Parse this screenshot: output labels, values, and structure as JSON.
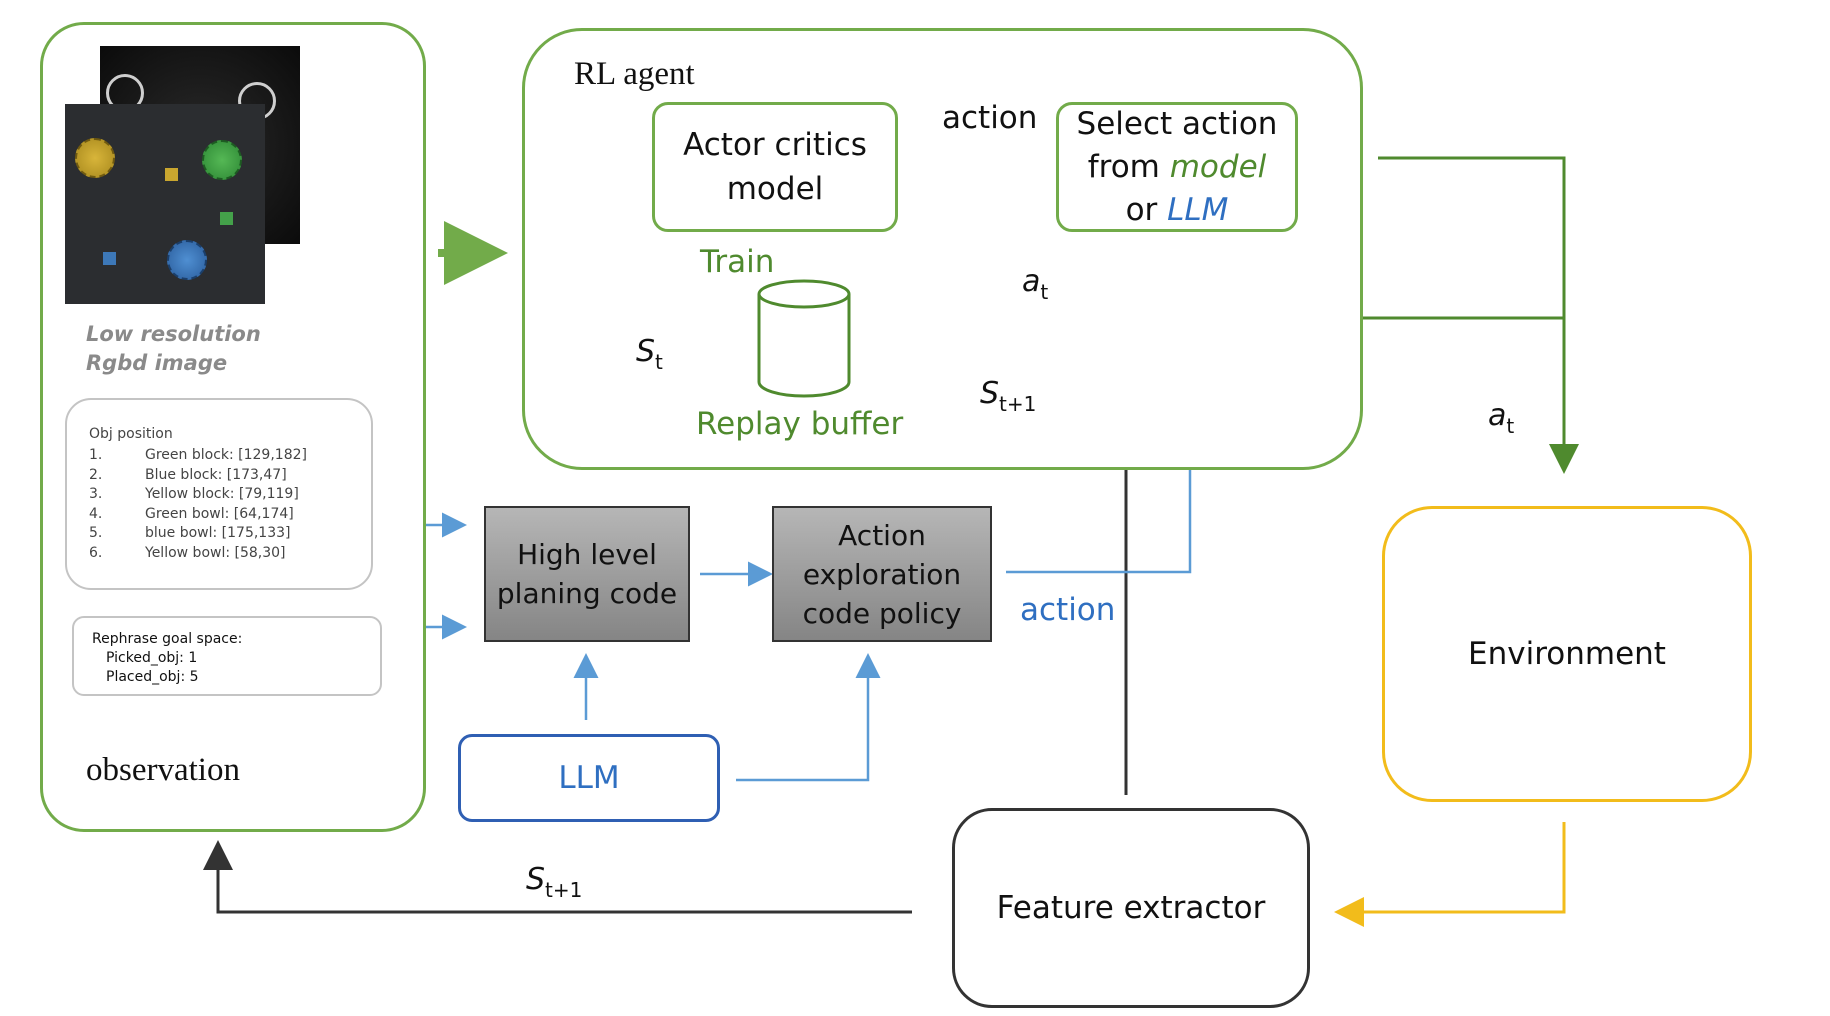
{
  "observation": {
    "title": "observation",
    "image_caption_line1": "Low resolution",
    "image_caption_line2": "Rgbd image",
    "obj_position_title": "Obj position",
    "objects": [
      {
        "num": "1.",
        "text": "Green block: [129,182]"
      },
      {
        "num": "2.",
        "text": "Blue block: [173,47]"
      },
      {
        "num": "3.",
        "text": "Yellow block: [79,119]"
      },
      {
        "num": "4.",
        "text": "Green bowl: [64,174]"
      },
      {
        "num": "5.",
        "text": "blue bowl: [175,133]"
      },
      {
        "num": "6.",
        "text": "Yellow bowl: [58,30]"
      }
    ],
    "goal_title": "Rephrase goal space:",
    "goal_line1": "Picked_obj: 1",
    "goal_line2": "Placed_obj: 5"
  },
  "rl_agent": {
    "title": "RL agent",
    "actor_line1": "Actor critics",
    "actor_line2": "model",
    "action_label": "action",
    "select_line1": "Select action",
    "select_from": "from",
    "select_model": "model",
    "select_or": "or",
    "select_llm": "LLM",
    "train_label": "Train",
    "replay_label": "Replay buffer",
    "s_t": "S",
    "s_t_sub": "t",
    "s_t1": "S",
    "s_t1_sub": "t+1"
  },
  "a_t_top": {
    "main": "a",
    "sub": "t"
  },
  "a_t_right": {
    "main": "a",
    "sub": "t"
  },
  "high_level_line1": "High level",
  "high_level_line2": "planing code",
  "action_expl_line1": "Action",
  "action_expl_line2": "exploration",
  "action_expl_line3": "code policy",
  "action_blue_label": "action",
  "llm_label": "LLM",
  "environment_label": "Environment",
  "feature_extractor_label": "Feature extractor",
  "s_t1_bottom": {
    "main": "S",
    "sub": "t+1"
  },
  "colors": {
    "green": "#72ab4a",
    "dark_green": "#4f8a2e",
    "blue": "#5b9bd5",
    "llm_blue": "#2f6fc1",
    "yellow": "#f2bc1b",
    "black": "#333333"
  }
}
